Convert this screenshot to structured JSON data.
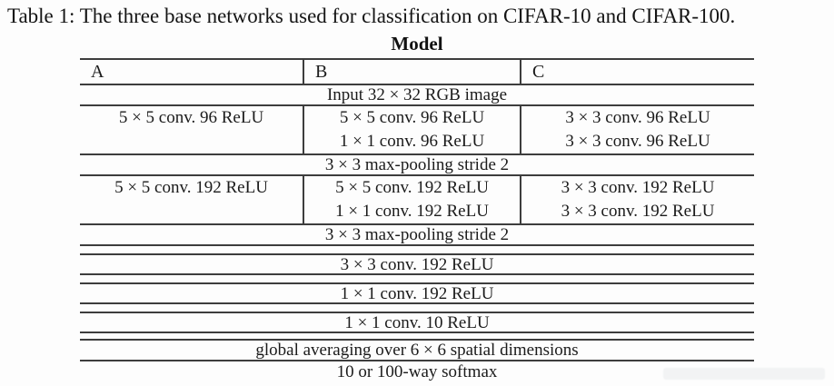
{
  "caption": "Table 1: The three base networks used for classification on CIFAR-10 and CIFAR-100.",
  "table": {
    "title": "Model",
    "columns": [
      "A",
      "B",
      "C"
    ],
    "input_row": "Input 32 × 32 RGB image",
    "block1": {
      "a": [
        "5 × 5 conv. 96 ReLU"
      ],
      "b": [
        "5 × 5 conv. 96 ReLU",
        "1 × 1 conv. 96 ReLU"
      ],
      "c": [
        "3 × 3 conv. 96 ReLU",
        "3 × 3 conv. 96 ReLU"
      ]
    },
    "pool1": "3 × 3 max-pooling stride 2",
    "block2": {
      "a": [
        "5 × 5 conv. 192 ReLU"
      ],
      "b": [
        "5 × 5 conv. 192 ReLU",
        "1 × 1 conv. 192 ReLU"
      ],
      "c": [
        "3 × 3 conv. 192 ReLU",
        "3 × 3 conv. 192 ReLU"
      ]
    },
    "pool2": "3 × 3 max-pooling stride 2",
    "shared_rows": [
      "3 × 3 conv. 192 ReLU",
      "1 × 1 conv. 192 ReLU",
      "1 × 1 conv. 10 ReLU",
      "global averaging over 6 × 6 spatial dimensions",
      "10 or 100-way softmax"
    ]
  },
  "colors": {
    "text": "#1b1b1b",
    "rule": "#3d3d3d",
    "background": "#fdfdfd"
  }
}
